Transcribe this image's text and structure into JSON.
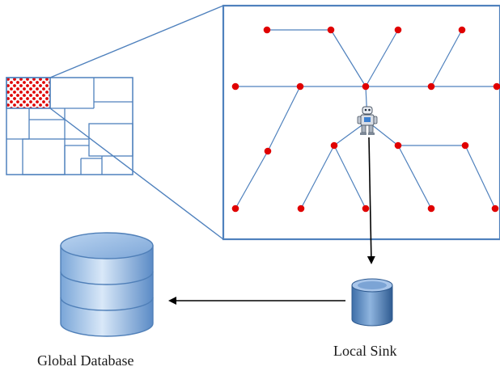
{
  "labels": {
    "global_database": "Global Database",
    "local_sink": "Local Sink"
  },
  "colors": {
    "outline": "#4f81bd",
    "node": "#e00000",
    "arrow": "#000000",
    "cylinder_light": "#dbe9f8",
    "cylinder_dark": "#4f7fb8"
  },
  "icons": {
    "robot": "robot-icon",
    "global_database": "database-icon",
    "local_sink": "sink-icon"
  },
  "network": {
    "node_count": 18,
    "edge_count": 16
  }
}
